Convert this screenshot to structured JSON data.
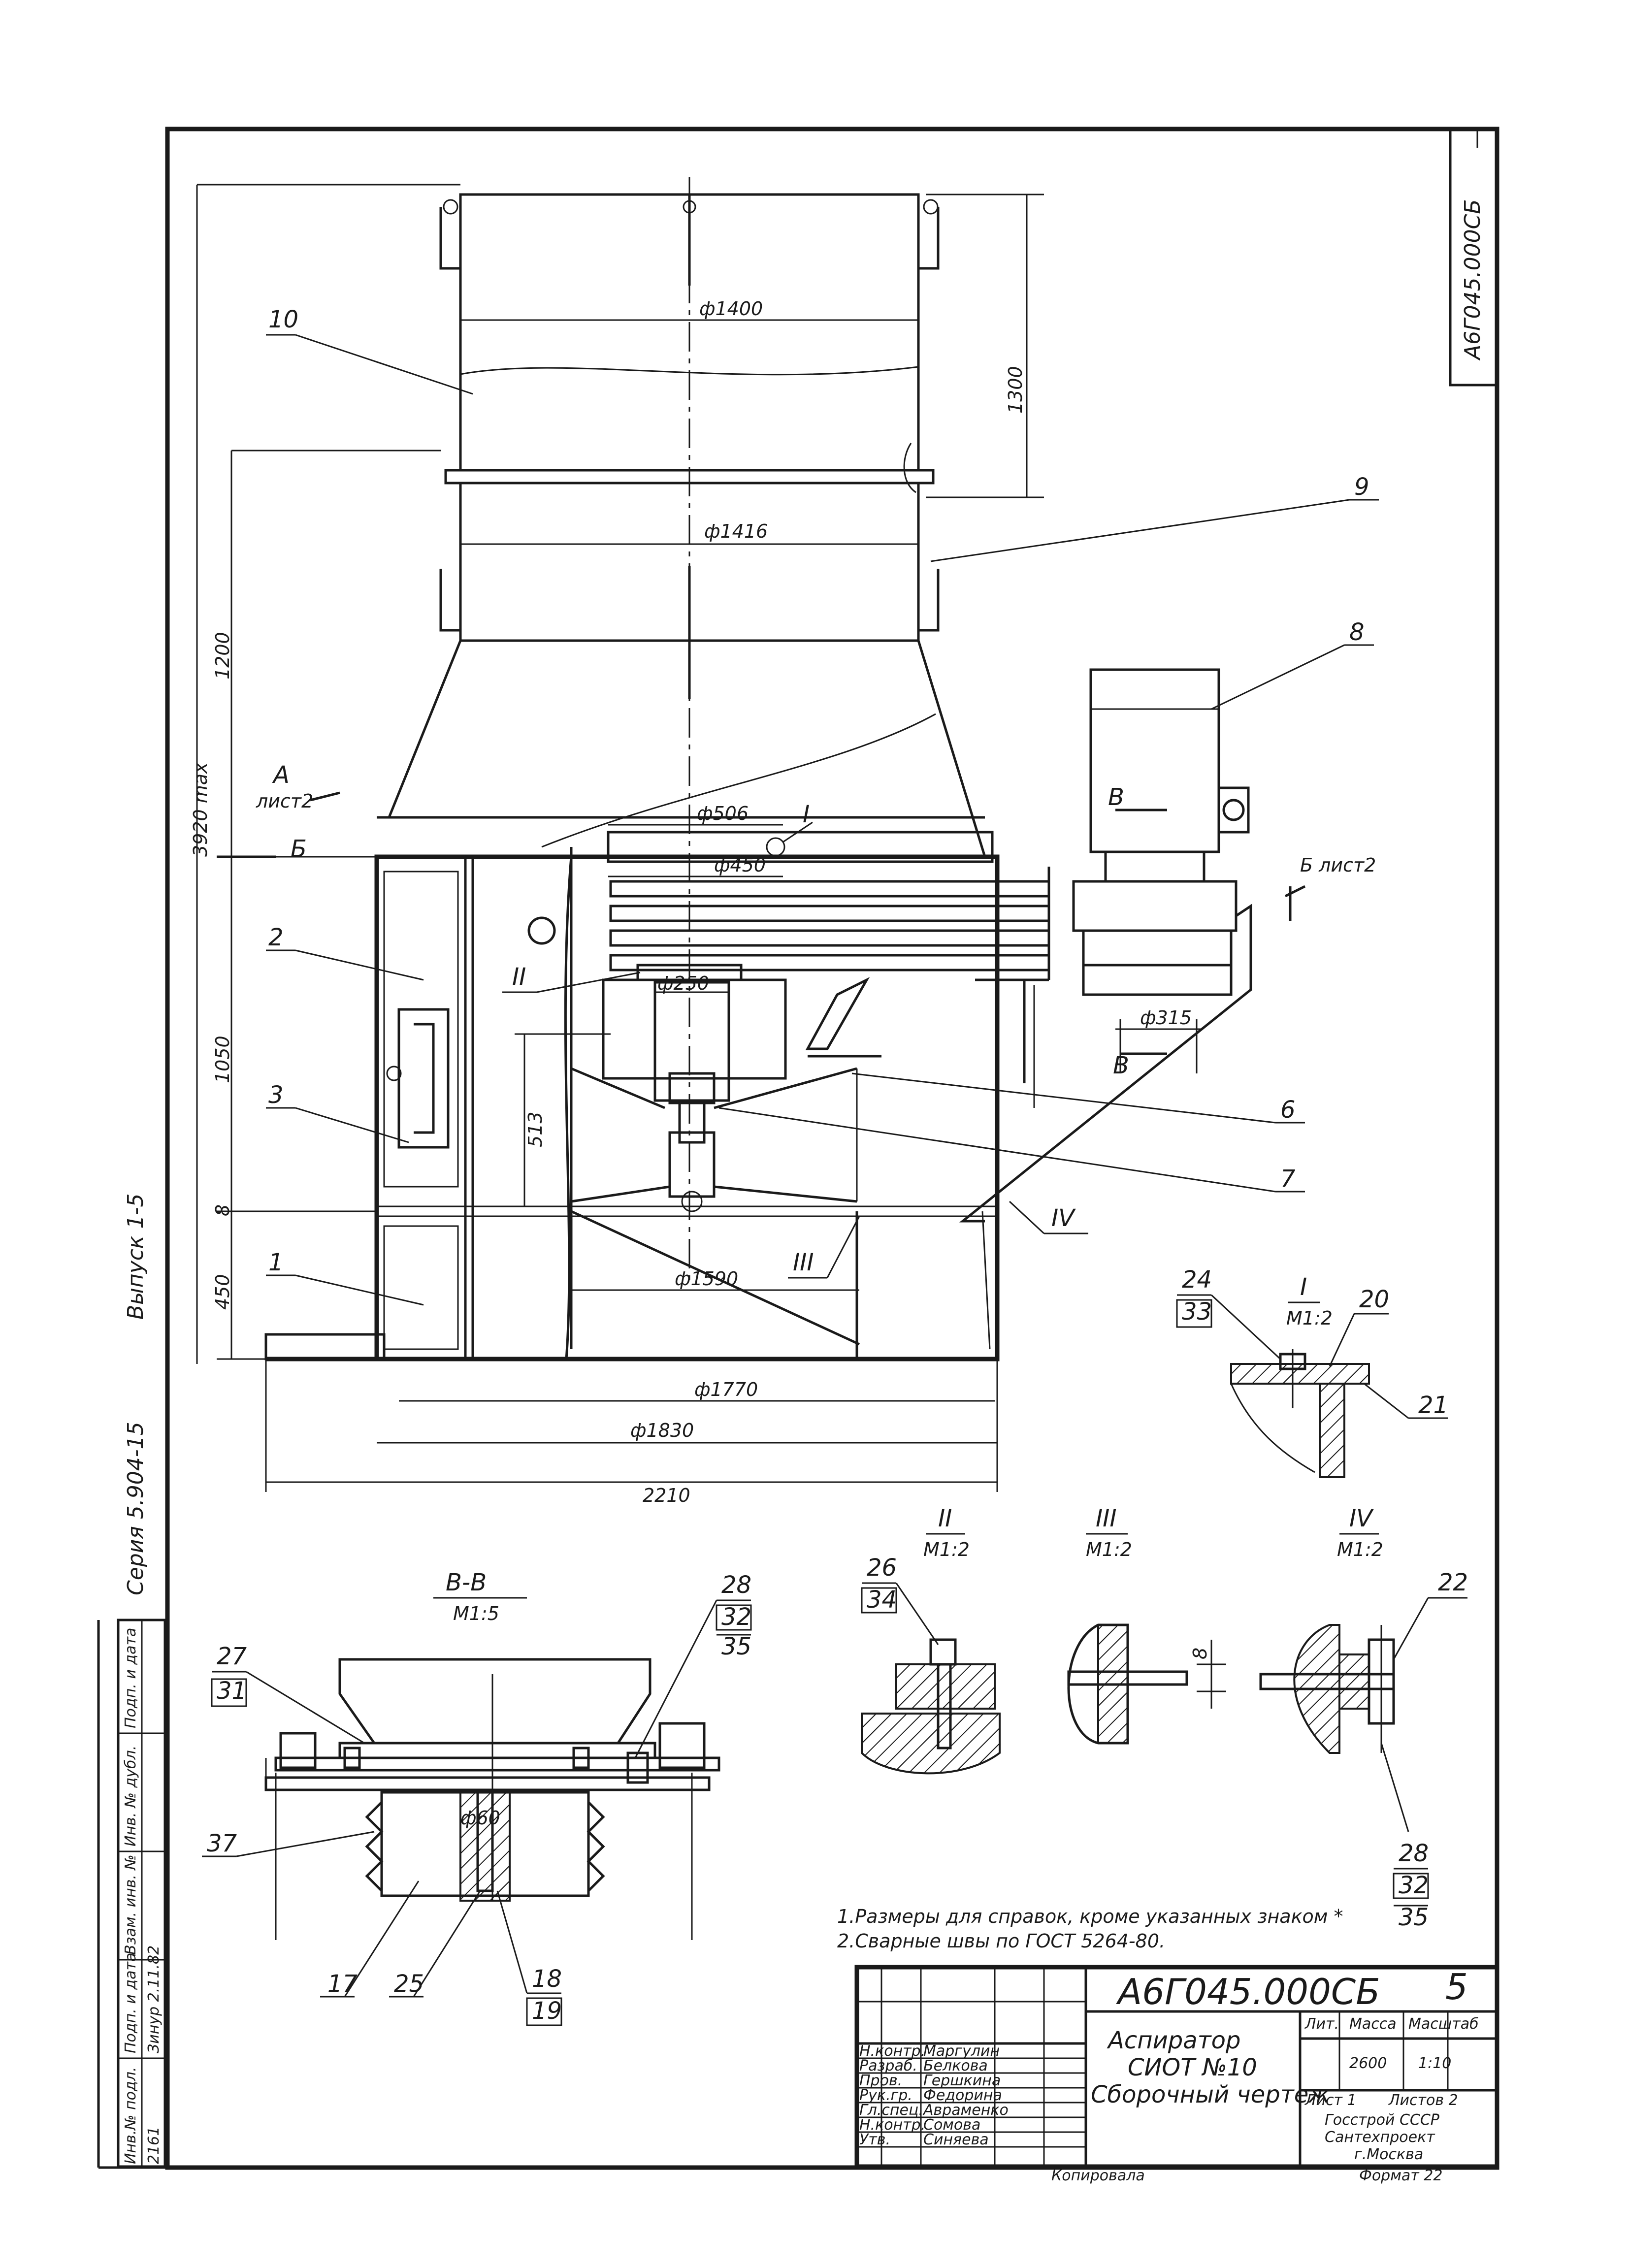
{
  "drawing": {
    "doc_code": "А6Г045.000СБ",
    "sheet_number": "5",
    "series_label": "Серия 5.904-15",
    "issue_label": "Выпуск 1-5",
    "left_stamp": [
      "Инв.№ подл.",
      "Подп. и дата",
      "Взам. инв. №",
      "Инв. № дубл.",
      "Подп. и дата"
    ],
    "left_stamp_values": [
      "2161",
      "Зинур 2.11.82"
    ]
  },
  "views": {
    "section_b": {
      "label": "В-В",
      "scale": "М1:5"
    },
    "detail_I": {
      "label": "I",
      "scale": "М1:2"
    },
    "detail_II": {
      "label": "II",
      "scale": "М1:2"
    },
    "detail_III": {
      "label": "III",
      "scale": "М1:2"
    },
    "detail_IV": {
      "label": "IV",
      "scale": "М1:2"
    },
    "view_a": {
      "label": "А",
      "sheet": "лист2"
    },
    "cut_b": {
      "label": "Б",
      "sheet": "Б лист2"
    },
    "cut_v": "В"
  },
  "dimensions": {
    "d1400": "ф1400",
    "d1416": "ф1416",
    "d506": "ф506",
    "d450": "ф450",
    "d250": "ф250",
    "d1590": "ф1590",
    "d1770": "ф1770",
    "d1830": "ф1830",
    "d315": "ф315",
    "d60": "ф60",
    "w2210": "2210",
    "h1300": "1300",
    "h1200": "1200",
    "h3920": "3920 max",
    "h1050": "1050",
    "h513": "513",
    "h450": "450",
    "h8": "8"
  },
  "positions": {
    "p1": "1",
    "p2": "2",
    "p3": "3",
    "p6": "6",
    "p7": "7",
    "p8": "8",
    "p9": "9",
    "p10": "10",
    "p17": "17",
    "p18": "18",
    "p19": "19",
    "p20": "20",
    "p21": "21",
    "p22": "22",
    "p24": "24",
    "p25": "25",
    "p26": "26",
    "p27": "27",
    "p28": "28",
    "p31": "31",
    "p32": "32",
    "p33": "33",
    "p34": "34",
    "p35": "35",
    "p37": "37",
    "IV": "IV",
    "III": "III",
    "II": "II",
    "I": "I"
  },
  "notes": [
    "1.Размеры для справок, кроме указанных знаком *",
    "2.Сварные швы по ГОСТ 5264-80."
  ],
  "title_block": {
    "code": "А6Г045.000СБ",
    "title_line1": "Аспиратор",
    "title_line2": "СИОТ №10",
    "title_line3": "Сборочный чертеж",
    "lit_header": "Лит.",
    "mass_header": "Масса",
    "scale_header": "Масштаб",
    "mass": "2600",
    "scale": "1:10",
    "sheet": "Лист 1",
    "sheets": "Листов 2",
    "org_line1": "Госстрой СССР",
    "org_line2": "Сантехпроект",
    "org_line3": "г.Москва",
    "roles": [
      "Н.контр.",
      "Разраб.",
      "Пров.",
      "Рук.гр.",
      "Гл.спец.",
      "Н.контр.",
      "Утв."
    ],
    "names": [
      "Маргулин",
      "Белкова",
      "Гершкина",
      "Федорина",
      "Авраменко",
      "Сомова",
      "Синяева"
    ],
    "copied_by": "Копировала",
    "format": "Формат 22"
  }
}
